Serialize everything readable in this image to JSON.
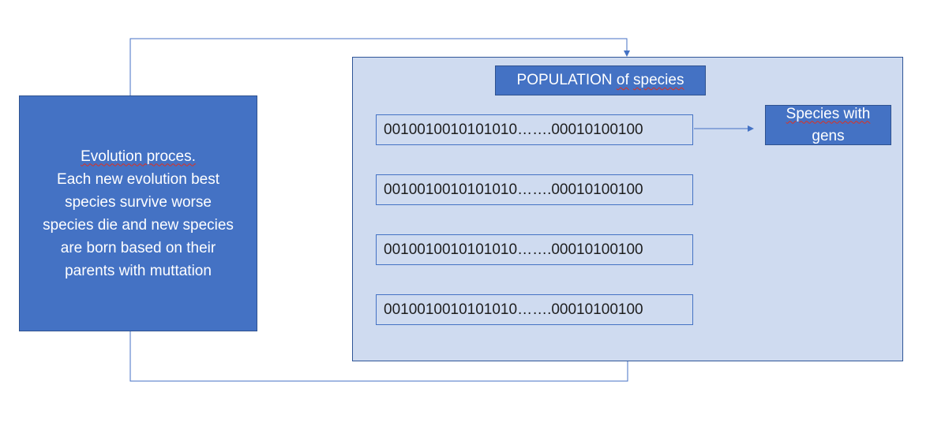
{
  "evolution_box": {
    "lines": [
      "Evolution proces.",
      "Each new evolution best",
      "species survive worse",
      "species die and new species",
      "are born based on their",
      "parents with muttation"
    ]
  },
  "population": {
    "title_prefix": "POPULATION ",
    "title_of": "of",
    "title_species": "species"
  },
  "gene_rows": [
    "0010010010101010…….00010100100",
    "0010010010101010…….00010100100",
    "0010010010101010…….00010100100",
    "0010010010101010…….00010100100"
  ],
  "species_box": {
    "line1": "Species with",
    "line2": "gens"
  },
  "colors": {
    "box_blue": "#4472c4",
    "panel_fill": "#cfdbf0",
    "connector": "#4472c4"
  }
}
